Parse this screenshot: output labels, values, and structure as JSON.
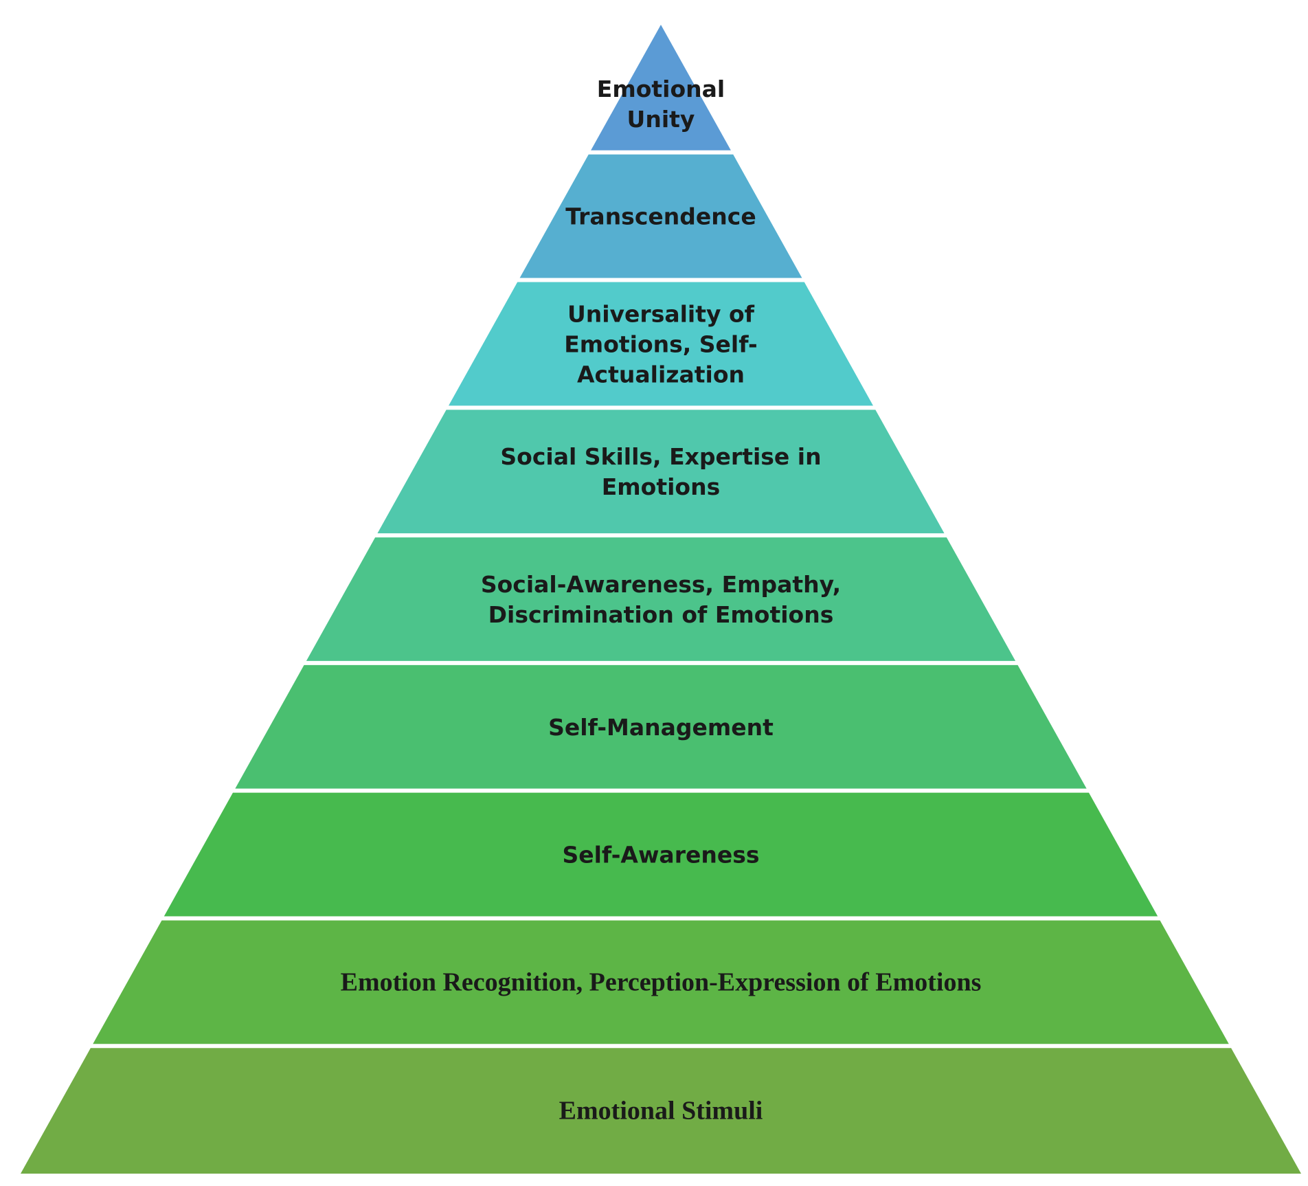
{
  "pyramid": {
    "tiers": [
      {
        "lines": [
          "Emotional",
          "Unity"
        ],
        "color": "#5B9BD5",
        "serif": false
      },
      {
        "lines": [
          "Transcendence"
        ],
        "color": "#56AFD0",
        "serif": false
      },
      {
        "lines": [
          "Universality of",
          "Emotions, Self-",
          "Actualization"
        ],
        "color": "#52CBCB",
        "serif": false
      },
      {
        "lines": [
          "Social Skills, Expertise in",
          "Emotions"
        ],
        "color": "#50C8AC",
        "serif": false
      },
      {
        "lines": [
          "Social-Awareness, Empathy,",
          "Discrimination of Emotions"
        ],
        "color": "#4CC48B",
        "serif": false
      },
      {
        "lines": [
          "Self-Management"
        ],
        "color": "#4ABF70",
        "serif": false
      },
      {
        "lines": [
          "Self-Awareness"
        ],
        "color": "#47BA4E",
        "serif": false
      },
      {
        "lines": [
          "Emotion Recognition, Perception-Expression of Emotions"
        ],
        "color": "#5DB546",
        "serif": true
      },
      {
        "lines": [
          "Emotional Stimuli"
        ],
        "color": "#71AC45",
        "serif": true
      }
    ]
  }
}
